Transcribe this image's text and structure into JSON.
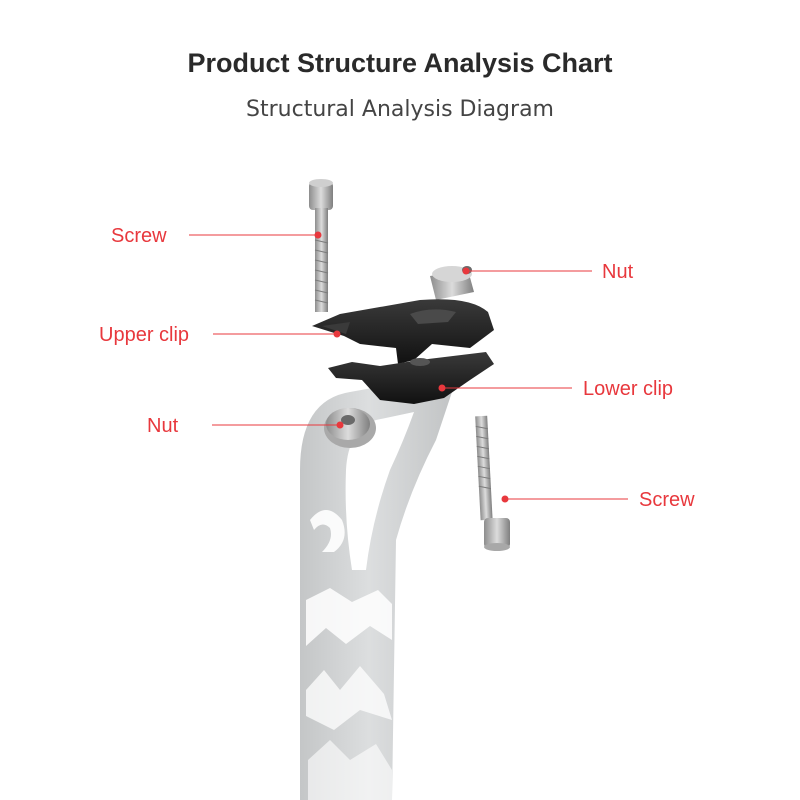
{
  "header": {
    "title": "Product Structure Analysis Chart",
    "subtitle": "Structural Analysis Diagram"
  },
  "colors": {
    "callout": "#e8383d",
    "text": "#2a2a2a",
    "seatpost": "#d4d6d7",
    "clip": "#1c1c1c",
    "metal": "#bdbdbd"
  },
  "callouts": {
    "screw_top": "Screw",
    "nut_top": "Nut",
    "upper_clip": "Upper clip",
    "lower_clip": "Lower clip",
    "nut_left": "Nut",
    "screw_right": "Screw"
  }
}
